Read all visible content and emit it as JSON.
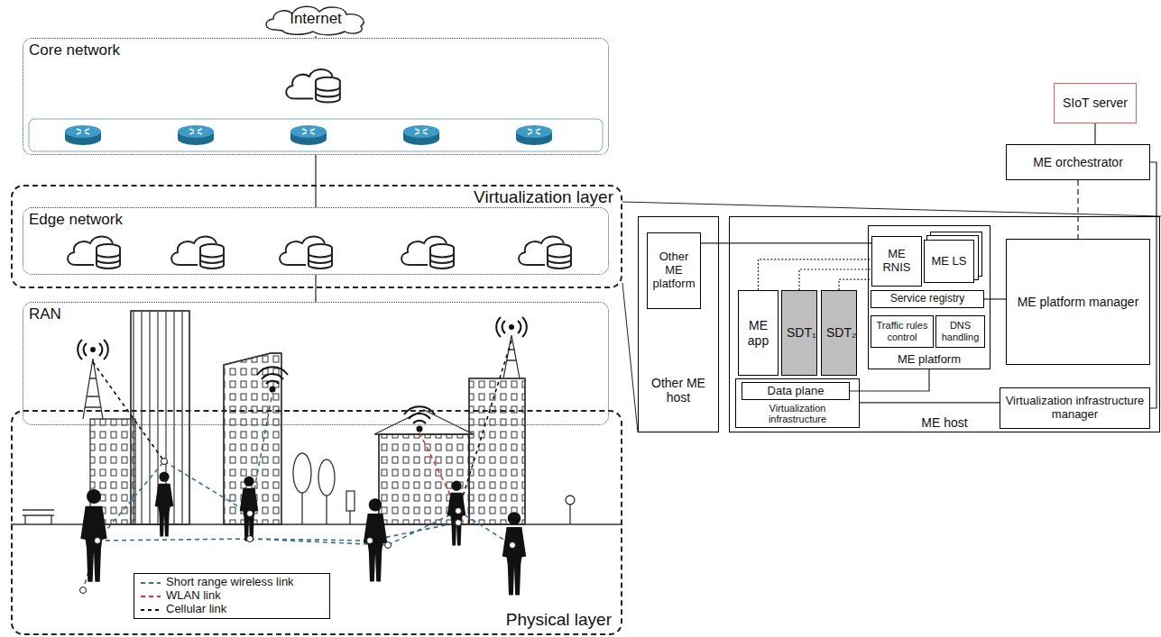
{
  "diagram": {
    "nodes": [
      {
        "text": [
          "Internet"
        ]
      },
      {
        "text": [
          "Core network"
        ]
      },
      {
        "text": [
          "Virtualization layer"
        ]
      },
      {
        "text": [
          "Edge network"
        ],
        "in": 2
      },
      {
        "text": [
          "RAN"
        ]
      },
      {
        "text": [
          "Physical layer"
        ]
      },
      {
        "text": [
          "SIoT server"
        ]
      },
      {
        "text": [
          "ME orchestrator"
        ]
      },
      {
        "text": [
          "Other ME host"
        ]
      },
      {
        "text": [
          "Other ME platform"
        ],
        "in": 8
      },
      {
        "text": [
          "ME host"
        ]
      },
      {
        "text": [
          "ME platform"
        ],
        "in": 10
      },
      {
        "text": [
          "ME RNIS"
        ],
        "in": 11
      },
      {
        "text": [
          "ME LS"
        ],
        "in": 11
      },
      {
        "text": [
          "Service registry"
        ],
        "in": 11
      },
      {
        "text": [
          "Traffic rules control"
        ],
        "in": 11
      },
      {
        "text": [
          "DNS handling"
        ],
        "in": 11
      },
      {
        "text": [
          "ME app"
        ],
        "in": 10
      },
      {
        "text": [
          "SDT₁"
        ],
        "in": 10
      },
      {
        "text": [
          "SDT₂"
        ],
        "in": 10
      },
      {
        "text": [
          "Virtualization infrastructure"
        ],
        "in": 10
      },
      {
        "text": [
          "Data plane"
        ],
        "in": 20
      },
      {
        "text": [
          "ME platform manager"
        ],
        "in": 10
      },
      {
        "text": [
          "Virtualization infrastructure manager"
        ],
        "in": 10
      }
    ],
    "edges": [
      {
        "from": 0,
        "to": 1,
        "arrow": "none"
      },
      {
        "from": 1,
        "to": 3,
        "arrow": "none"
      },
      {
        "from": 3,
        "to": 4,
        "arrow": "none"
      },
      {
        "from": 6,
        "to": 7,
        "arrow": "none"
      },
      {
        "from": 7,
        "to": 22,
        "arrow": "none"
      },
      {
        "from": 7,
        "to": 23,
        "arrow": "none"
      },
      {
        "from": 9,
        "to": 12,
        "arrow": "none"
      },
      {
        "from": 17,
        "to": 12,
        "arrow": "none"
      },
      {
        "from": 18,
        "to": 12,
        "arrow": "none"
      },
      {
        "from": 19,
        "to": 12,
        "arrow": "none"
      },
      {
        "from": 14,
        "to": 22,
        "arrow": "none"
      },
      {
        "from": 11,
        "to": 21,
        "arrow": "none"
      },
      {
        "from": 20,
        "to": 23,
        "arrow": "none"
      }
    ],
    "legend": [
      {
        "text": "Short range wireless link"
      },
      {
        "text": "WLAN link"
      },
      {
        "text": "Cellular link"
      }
    ]
  }
}
